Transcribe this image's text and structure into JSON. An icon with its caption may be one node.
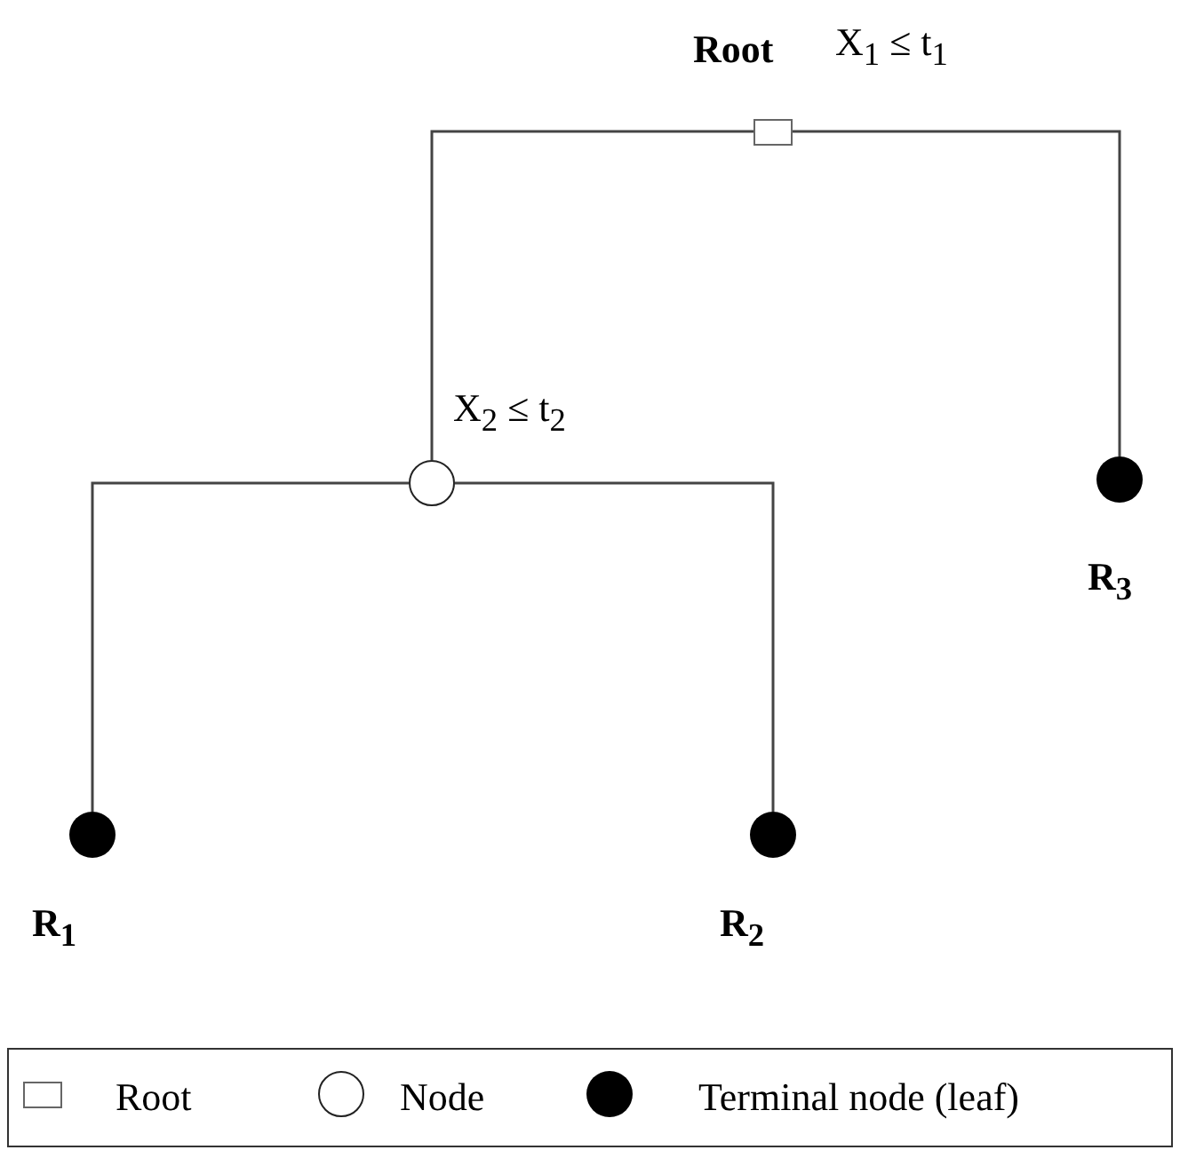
{
  "diagram": {
    "nodes": [
      {
        "text": [],
        "shape": "box",
        "beside": [
          "**Root**",
          "X$_{1}$ ≤ t$_{1}$"
        ]
      },
      {
        "text": [],
        "shape": "circle",
        "beside": [
          "X$_{2}$ ≤ t$_{2}$"
        ]
      },
      {
        "text": [],
        "shape": "circle",
        "beside": [
          "**R$_{1}$**"
        ]
      },
      {
        "text": [],
        "shape": "circle",
        "beside": [
          "**R$_{2}$**"
        ]
      },
      {
        "text": [],
        "shape": "circle",
        "beside": [
          "**R$_{3}$**"
        ]
      }
    ],
    "edges": [
      {
        "from": 0,
        "to": 1,
        "arrow": "none"
      },
      {
        "from": 0,
        "to": 4,
        "arrow": "none"
      },
      {
        "from": 1,
        "to": 2,
        "arrow": "none"
      },
      {
        "from": 1,
        "to": 3,
        "arrow": "none"
      }
    ],
    "legend": [
      {
        "text": "Root"
      },
      {
        "text": "Node"
      },
      {
        "text": "Terminal node (leaf)"
      }
    ]
  }
}
